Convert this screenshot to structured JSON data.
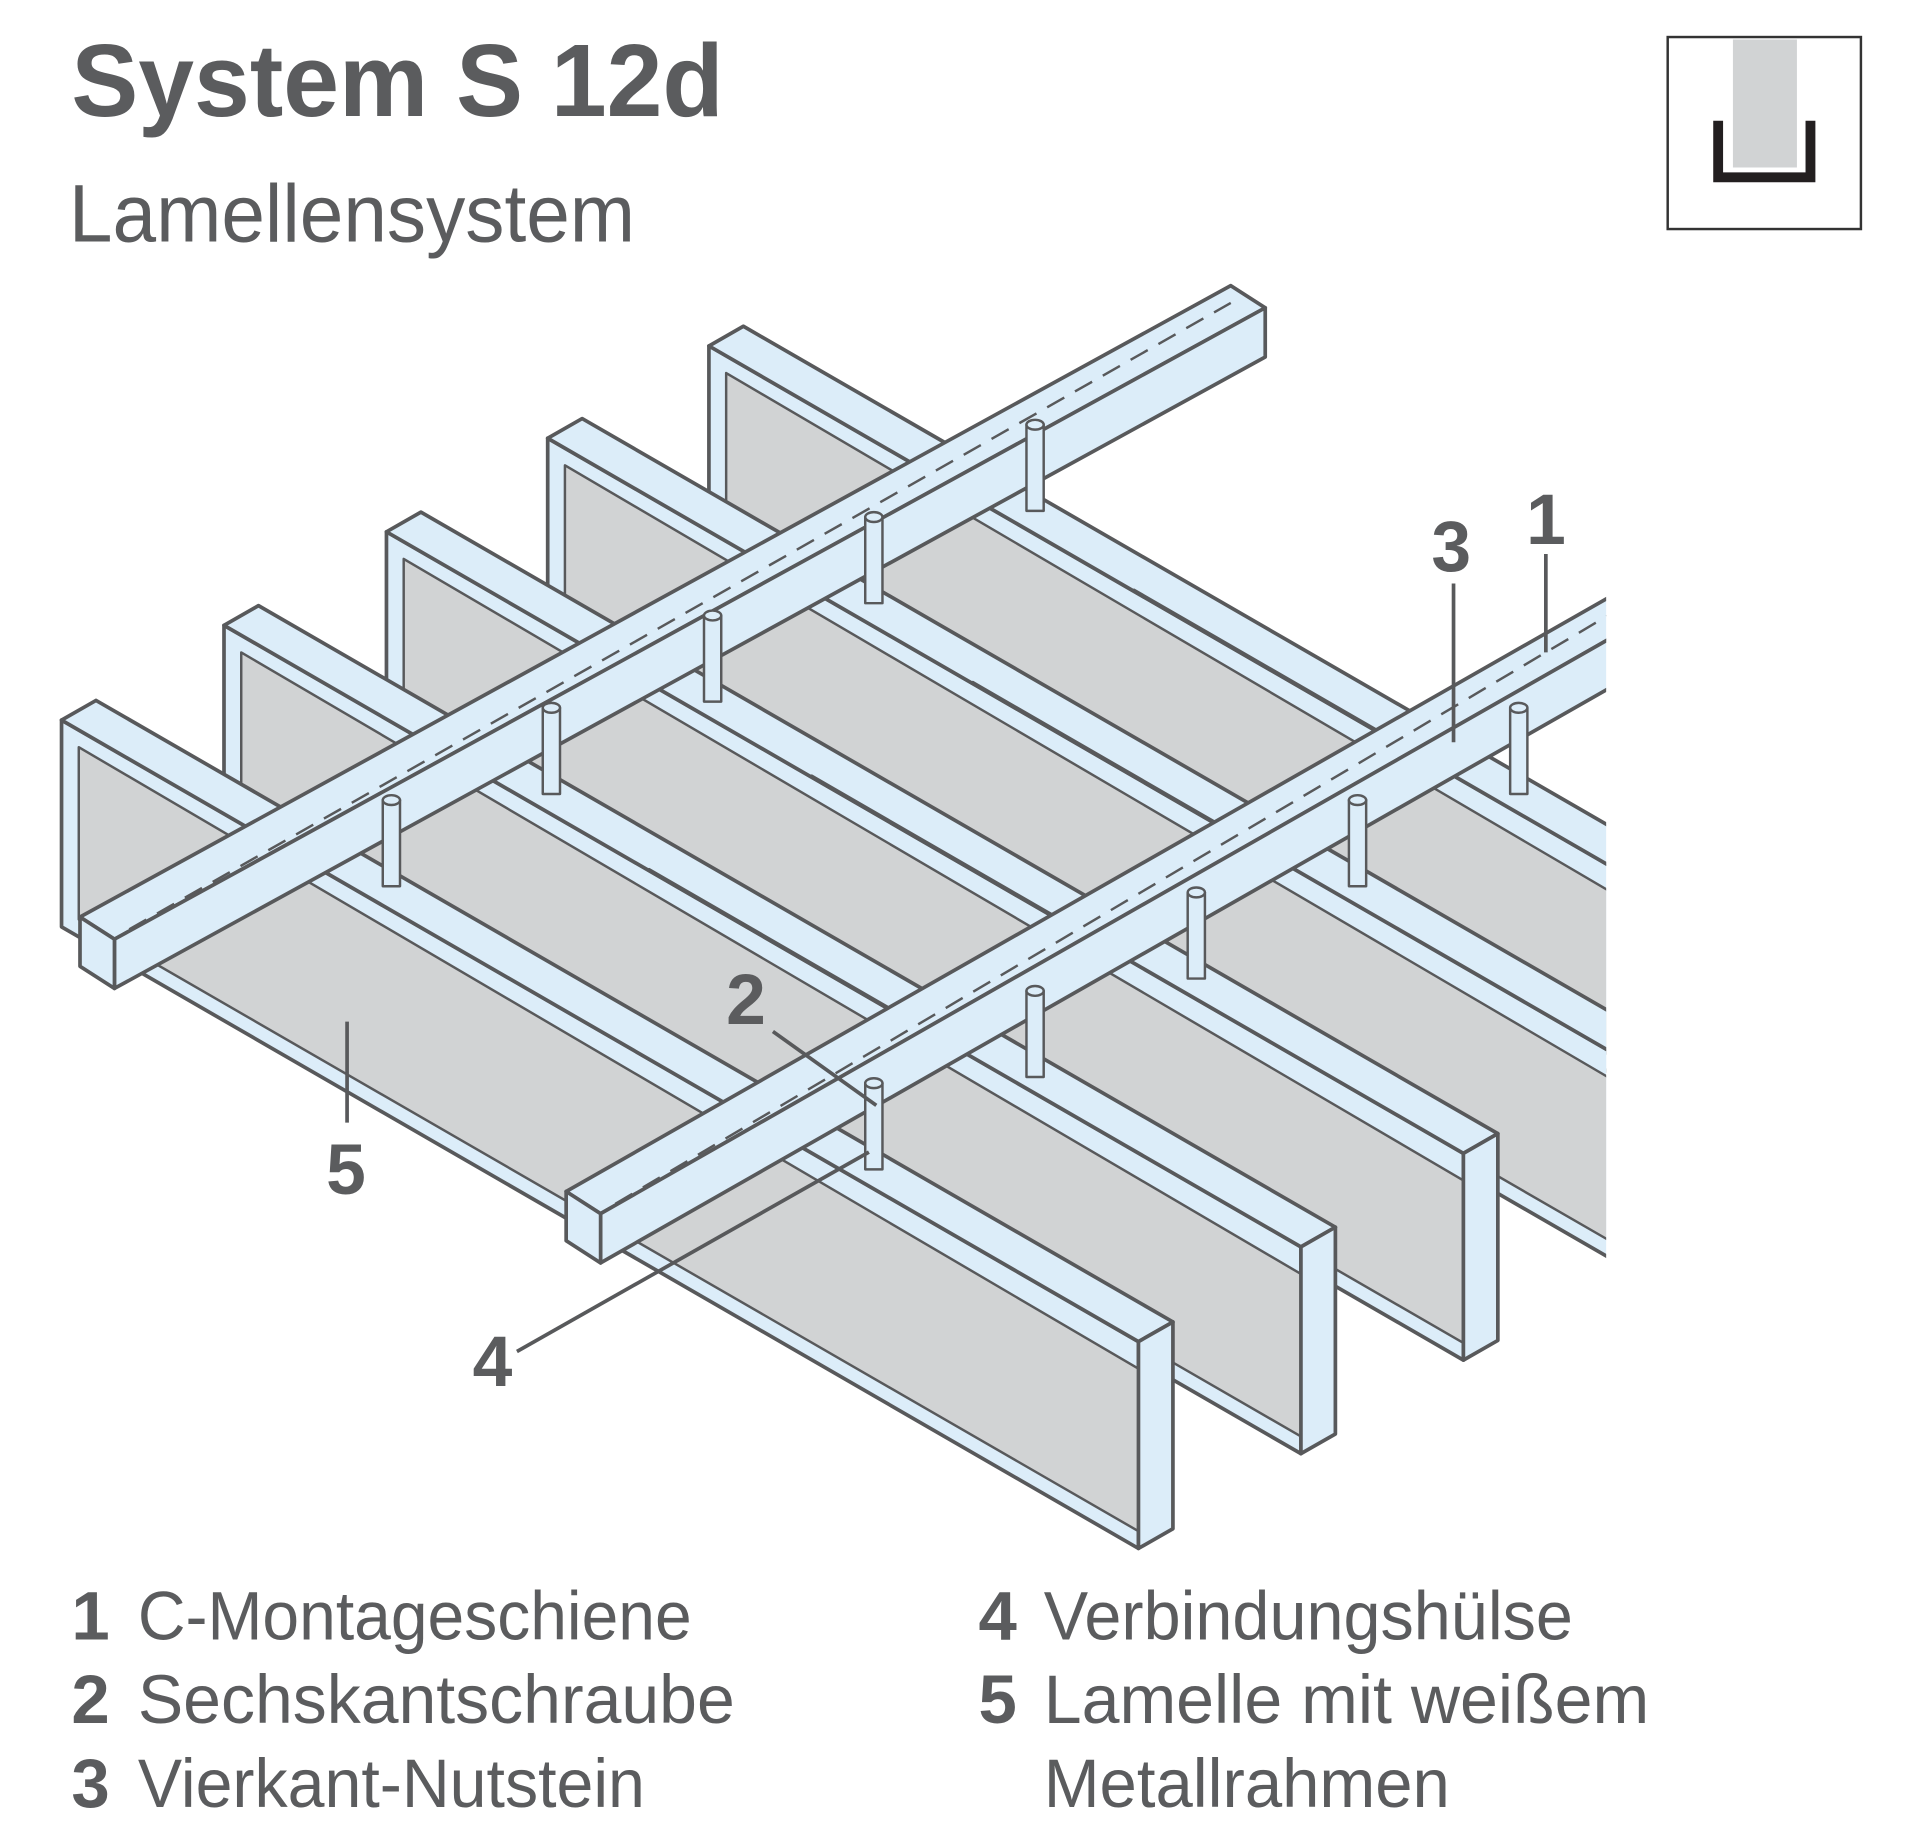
{
  "header": {
    "title": "System S 12d",
    "subtitle": "Lamellensystem",
    "profile_icon": "u-profile-icon"
  },
  "callouts": [
    "1",
    "2",
    "3",
    "4",
    "5"
  ],
  "legend": [
    {
      "num": "1",
      "label": "C-Montageschiene"
    },
    {
      "num": "2",
      "label": "Sechskantschraube"
    },
    {
      "num": "3",
      "label": "Vierkant-Nutstein"
    },
    {
      "num": "4",
      "label": "Verbindungshülse"
    },
    {
      "num": "5",
      "label": "Lamelle mit weißem",
      "label2": "Metallrahmen"
    }
  ],
  "colors": {
    "text": "#5b5c5e",
    "frame": "#dcedf9",
    "panel": "#d1d3d4",
    "gap": "#a7a9ac",
    "line": "#58595b"
  }
}
